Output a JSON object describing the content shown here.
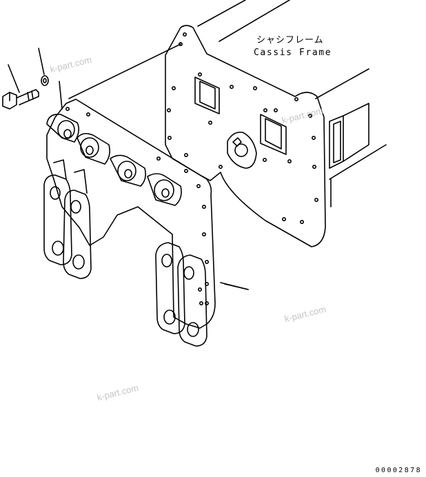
{
  "labels": {
    "frame_jp": "シャシフレーム",
    "frame_en": "Cassis Frame",
    "drawing_number": "00002878"
  },
  "watermarks": [
    "k-part.com",
    "k-part.com",
    "k-part.com",
    "k-part.com"
  ],
  "colors": {
    "line": "#000000",
    "watermark": "#c4c4c4",
    "background": "#ffffff"
  }
}
